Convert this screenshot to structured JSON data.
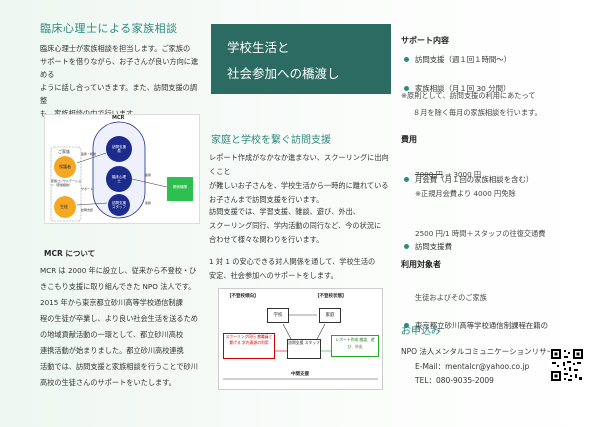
{
  "left": {
    "heading": "臨床心理士による家族相談",
    "intro": [
      "臨床心理士が家族相談を担当します。ご家族の",
      "サポートを借りながら、お子さんが良い方向に進める",
      "ように話し合っていきます。また、訪問支援の調整",
      "も、家族相談の中で行います。"
    ],
    "diagram": {
      "mcr": "MCR",
      "family": "ご家族",
      "sub": "家族コンサルテーション（家族相談）",
      "parents": "保護者",
      "child": "生徒",
      "c1": "訪問支援員",
      "c2": "臨床心理士",
      "c3": "訪問支援スタッフ",
      "side": "関係機関",
      "a1": "連携・相談",
      "a2": "サポート",
      "a3": "訪問支援",
      "a4": "連携",
      "a5": "連携"
    },
    "mcr_heading": "MCR について",
    "mcr_text": [
      "MCR は 2000 年に設立し、従来から不登校・ひ",
      "きこもり支援に取り組んできた NPO 法人です。",
      "2015 年から東京都立砂川高等学校通信制課",
      "程の生徒が卒業し、より良い社会生活を送るため",
      "の地域貢献活動の一環として、都立砂川高校",
      "連携活動が始まりました。都立砂川高校連携",
      "活動では、訪問支援と家族相談を行うことで砂川",
      "高校の生徒さんのサポートをいたします。"
    ]
  },
  "middle": {
    "title_line1": "学校生活と",
    "title_line2": "社会参加への橋渡し",
    "heading": "家庭と学校を繋ぐ訪問支援",
    "p1": [
      "レポート作成がなかなか進まない、スクーリングに出向くこと",
      "が難しいお子さんを、学校生活から一時的に離れている",
      "お子さんまで訪問支援を行います。"
    ],
    "p2": [
      "訪問支援では、学習支援、雑談、遊び、外出、",
      "スクーリング同行、学内活動の同行など、今の状況に",
      "合わせて様々な関わりを行います。"
    ],
    "p3": [
      "1 対 1 の安心できる対人関係を通して、学校生活の",
      "安定、社会参加へのサポートをします。"
    ],
    "diagram": {
      "label_left": "【不登校傾向】",
      "label_right": "【不登校状態】",
      "school": "学校",
      "home": "家庭",
      "box_left": "スクーリング同行 教職員と繋げる 学内資源の利用",
      "center": "訪問支援 スタッフ",
      "box_right": "レポート作成 雑談、遊び、外出",
      "bottom": "中間支援"
    }
  },
  "right": {
    "support_h": "サポート内容",
    "support_1": "訪問支援（週１回１時間～）",
    "support_2": "家族相談（月１回 30 分間）",
    "support_note1": "※原則として、訪問支援の利用にあたって",
    "support_note2": "８月を除く毎月の家族相談を行います。",
    "fee_h": "費用",
    "fee_1": "月会費（月１回の家族相談を含む）",
    "fee_old": "7000 円",
    "fee_new": " ⇒ 3000 円",
    "fee_note": "※正規月会費より 4000 円免除",
    "fee_2": "訪問支援費",
    "fee_2_detail": "2500 円/1 時間＋スタッフの往復交通費",
    "target_h": "利用対象者",
    "target_1": "東京都立砂川高等学校通信制課程在籍の",
    "target_2": "生徒およびそのご家族",
    "contact_h": "お申込み",
    "org": "NPO 法人メンタルコミュニケーションリサーチ",
    "email": "E-Mail：mentalcr@yahoo.co.jp",
    "tel": "TEL：080-9035-2009"
  }
}
